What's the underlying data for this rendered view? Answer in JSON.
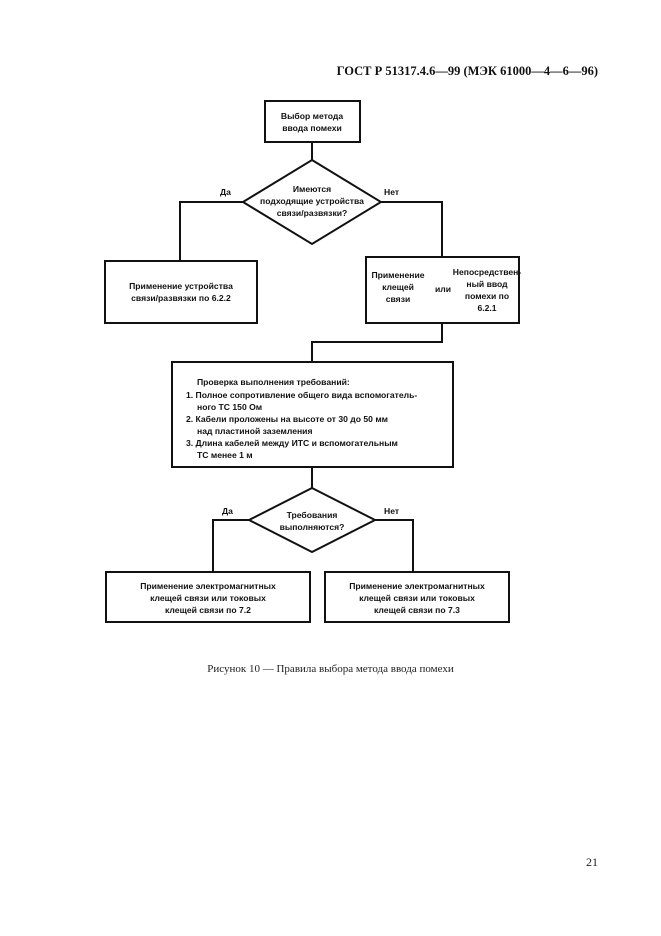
{
  "header": {
    "standard": "ГОСТ Р 51317.4.6—99 (МЭК 61000—4—6—96)"
  },
  "flowchart": {
    "start": {
      "lines": [
        "Выбор метода",
        "ввода помехи"
      ]
    },
    "decision1": {
      "lines": [
        "Имеются",
        "подходящие устройства",
        "связи/развязки?"
      ],
      "yes": "Да",
      "no": "Нет"
    },
    "cdn_box": {
      "lines": [
        "Применение устройства",
        "связи/развязки по 6.2.2"
      ]
    },
    "alt_box": {
      "left_lines": [
        "Применение",
        "клещей",
        "связи"
      ],
      "connector": "или",
      "right_lines": [
        "Непосредствен-",
        "ный ввод",
        "помехи по",
        "6.2.1"
      ]
    },
    "check_box": {
      "title": "Проверка выполнения требований:",
      "lines": [
        "1. Полное сопротивление общего вида вспомогатель-",
        "ного ТС 150 Ом",
        "2. Кабели проложены на высоте от 30 до 50 мм",
        "над пластиной заземления",
        "3. Длина кабелей между ИТС и вспомогательным",
        "ТС  менее 1 м"
      ]
    },
    "decision2": {
      "lines": [
        "Требования",
        "выполняются?"
      ],
      "yes": "Да",
      "no": "Нет"
    },
    "result_yes": {
      "lines": [
        "Применение электромагнитных",
        "клещей связи или токовых",
        "клещей связи по 7.2"
      ]
    },
    "result_no": {
      "lines": [
        "Применение электромагнитных",
        "клещей связи или токовых",
        "клещей связи по 7.3"
      ]
    }
  },
  "caption": "Рисунок 10 — Правила выбора метода ввода помехи",
  "page_number": "21"
}
